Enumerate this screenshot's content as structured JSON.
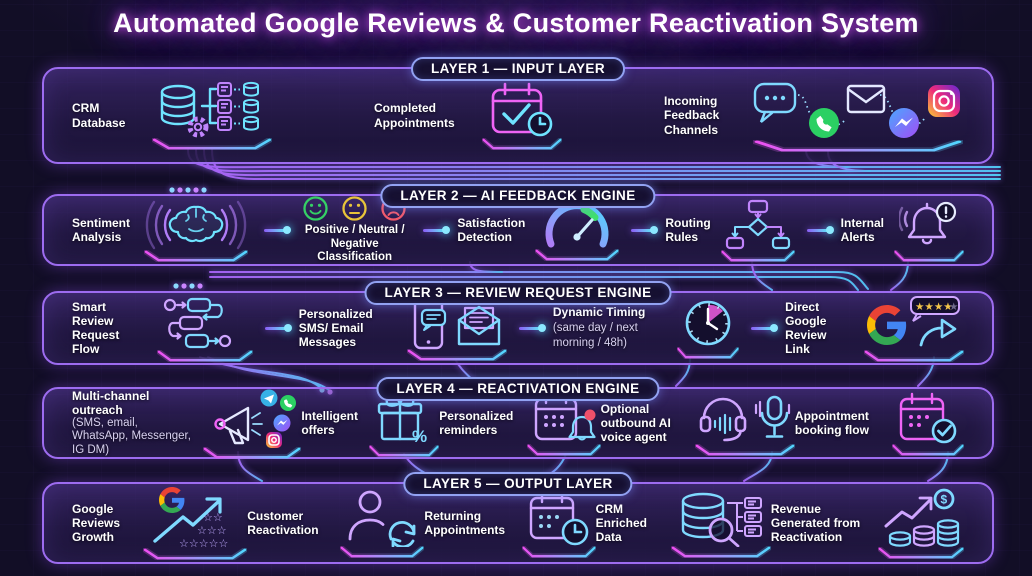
{
  "title": "Automated Google Reviews & Customer Reactivation System",
  "colors": {
    "background": "#120e26",
    "box_border": "#9d6cf0",
    "badge_border": "#92a2f2",
    "accent_cyan": "#67e8f9",
    "accent_purple": "#a855f7",
    "accent_magenta": "#ee4ff2",
    "positive_green": "#35d065",
    "neutral_yellow": "#e8c43a",
    "negative_red": "#f25a6b",
    "whatsapp_green": "#2bd063",
    "google_colors": [
      "#4285F4",
      "#EA4335",
      "#FBBC05",
      "#34A853"
    ]
  },
  "layers": [
    {
      "badge": "LAYER 1 — INPUT LAYER",
      "items": [
        {
          "label": "CRM Database",
          "icon": "database-gear-icon"
        },
        {
          "label": "Completed Appointments",
          "icon": "calendar-check-clock-icon"
        },
        {
          "label": "Incoming Feedback Channels",
          "icon": "chat-whatsapp-email-messenger-instagram-icons"
        }
      ]
    },
    {
      "badge": "LAYER 2 — AI FEEDBACK ENGINE",
      "items": [
        {
          "label": "Sentiment Analysis",
          "icon": "brain-waves-icon"
        },
        {
          "label": "Positive / Neutral / Negative Classification",
          "icon": "smiley-neutral-sad-faces-icon"
        },
        {
          "label": "Satisfaction Detection",
          "icon": "gauge-icon"
        },
        {
          "label": "Routing Rules",
          "icon": "flowchart-decision-icon"
        },
        {
          "label": "Internal Alerts",
          "icon": "bell-alert-icon"
        }
      ]
    },
    {
      "badge": "LAYER 3 — REVIEW REQUEST ENGINE",
      "items": [
        {
          "label": "Smart Review Request Flow",
          "icon": "workflow-steps-icon"
        },
        {
          "label": "Personalized SMS/ Email Messages",
          "icon": "phone-envelope-icon"
        },
        {
          "label": "Dynamic Timing",
          "sublabel": "(same day / next morning / 48h)",
          "icon": "clock-wedge-icon"
        },
        {
          "label": "Direct Google Review Link",
          "icon": "google-g-stars-share-icon"
        }
      ]
    },
    {
      "badge": "LAYER 4 — REACTIVATION ENGINE",
      "items": [
        {
          "label": "Multi-channel outreach",
          "sublabel": "(SMS, email, WhatsApp, Messenger, IG DM)",
          "icon": "megaphone-channels-icon"
        },
        {
          "label": "Intelligent offers",
          "icon": "gift-percent-icon"
        },
        {
          "label": "Personalized reminders",
          "icon": "calendar-bell-icon"
        },
        {
          "label": "Optional outbound AI voice agent",
          "icon": "headset-microphone-icon"
        },
        {
          "label": "Appointment booking flow",
          "icon": "calendar-check-icon"
        }
      ]
    },
    {
      "badge": "LAYER 5 — OUTPUT LAYER",
      "items": [
        {
          "label": "Google Reviews Growth",
          "icon": "google-growth-stars-icon"
        },
        {
          "label": "Customer Reactivation",
          "icon": "person-refresh-icon"
        },
        {
          "label": "Returning Appointments",
          "icon": "calendar-clock-icon"
        },
        {
          "label": "CRM Enriched Data",
          "icon": "database-magnifier-icon"
        },
        {
          "label": "Revenue Generated from Reactivation",
          "icon": "coins-growth-dollar-icon"
        }
      ]
    }
  ]
}
